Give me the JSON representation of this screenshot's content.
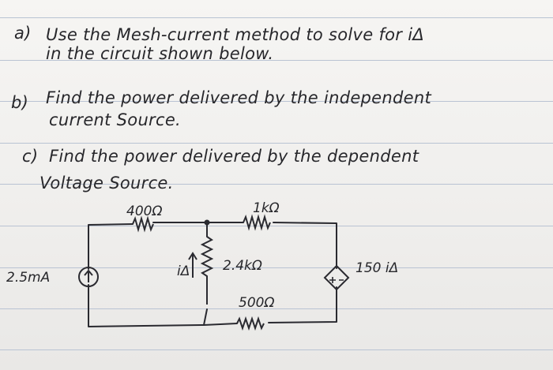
{
  "questions": [
    {
      "label": "a)",
      "lines": [
        "Use the Mesh-current method to solve for iΔ",
        "in the circuit shown below."
      ]
    },
    {
      "label": "b)",
      "lines": [
        "Find the power delivered by the independent",
        "current Source."
      ]
    },
    {
      "label": "c)",
      "lines": [
        "Find the power delivered by the dependent",
        "Voltage Source."
      ]
    }
  ],
  "circuit": {
    "r_top_left": "400Ω",
    "r_top_right": "1kΩ",
    "r_middle": "2.4kΩ",
    "r_bottom": "500Ω",
    "current_source": "2.5mA",
    "dependent_source": "150 iΔ",
    "branch_current": "iΔ"
  }
}
